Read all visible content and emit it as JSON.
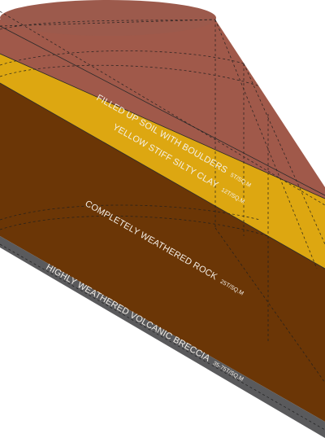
{
  "layers": [
    {
      "id": "filled-up-soil",
      "name": "FILLED UP SOIL WITH BOULDERS",
      "capacity": "5T/SQ.M",
      "color": "#a0594a"
    },
    {
      "id": "yellow-stiff-silty-clay",
      "name": "YELLOW STIFF SILTY CLAY",
      "capacity": "12T/SQ.M",
      "color": "#dda711"
    },
    {
      "id": "completely-weathered-rock",
      "name": "COMPLETELY WEATHERED ROCK",
      "capacity": "25T/SQ.M",
      "color": "#6b3606"
    },
    {
      "id": "highly-weathered-volcanic-breccia",
      "name": "HIGHLY WEATHERED VOLCANIC BRECCIA",
      "capacity": "35-75T/SQ.M",
      "color": "#5a5a5c"
    }
  ],
  "colors": {
    "top_ellipse": "#9c5a4c",
    "dashed_lines": "#1e1e1e",
    "background": "#ffffff"
  }
}
